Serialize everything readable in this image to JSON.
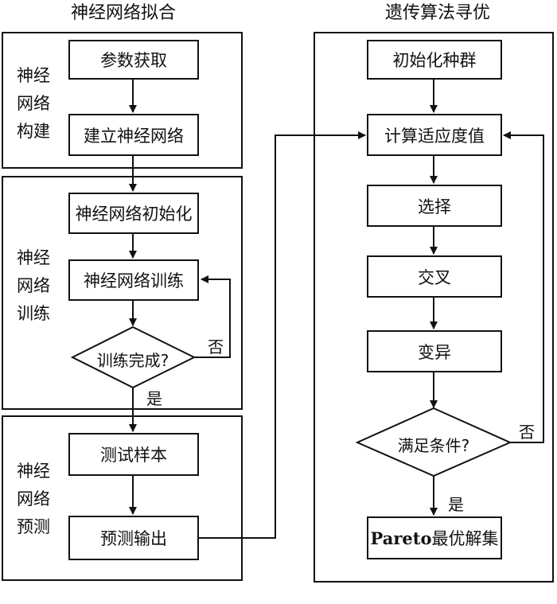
{
  "left": {
    "title": "神经网络拟合",
    "sections": [
      {
        "label": [
          "神经",
          "网络",
          "构建"
        ]
      },
      {
        "label": [
          "神经",
          "网络",
          "训练"
        ]
      },
      {
        "label": [
          "神经",
          "网络",
          "预测"
        ]
      }
    ],
    "nodes": {
      "param": "参数获取",
      "build": "建立神经网络",
      "init": "神经网络初始化",
      "train": "神经网络训练",
      "done_q": "训练完成?",
      "test": "测试样本",
      "predict": "预测输出"
    },
    "yes": "是",
    "no": "否"
  },
  "right": {
    "title": "遗传算法寻优",
    "nodes": {
      "pop": "初始化种群",
      "fitness": "计算适应度值",
      "select": "选择",
      "cross": "交叉",
      "mutate": "变异",
      "cond_q": "满足条件?",
      "pareto_prefix": "Pareto",
      "pareto_rest": "最优解集"
    },
    "yes": "是",
    "no": "否"
  }
}
